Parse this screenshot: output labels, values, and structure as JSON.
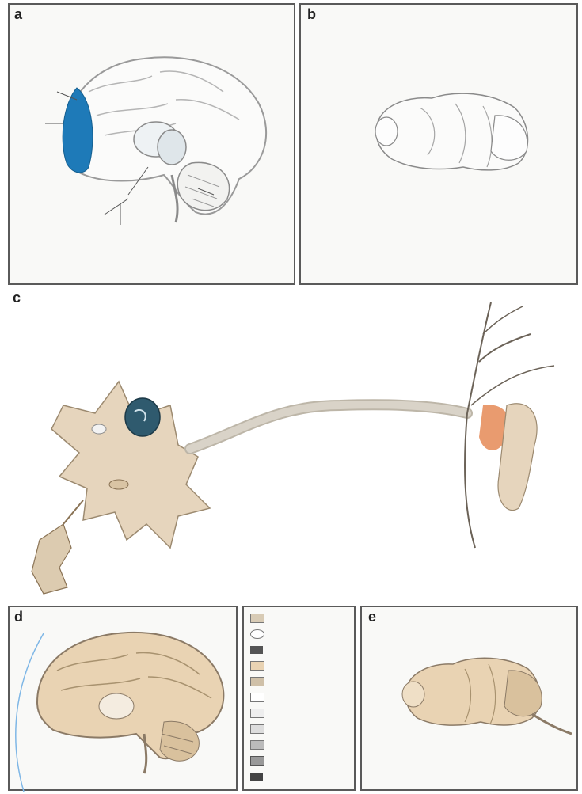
{
  "panels": {
    "a": {
      "label": "a",
      "caption": "",
      "labels": [
        "",
        "",
        "",
        "",
        "",
        "",
        "",
        ""
      ]
    },
    "b": {
      "label": "b",
      "caption": "",
      "labels": [
        "",
        "",
        "",
        "",
        "",
        "",
        "",
        ""
      ]
    },
    "c": {
      "label": "c",
      "labels": [
        "",
        "",
        "",
        "",
        "",
        "",
        "",
        ""
      ]
    },
    "d": {
      "label": "d",
      "caption": ""
    },
    "e": {
      "label": "e",
      "caption": ""
    }
  },
  "legend": {
    "items": [
      "",
      "",
      "",
      "",
      "",
      "",
      "",
      "",
      "",
      "",
      ""
    ]
  },
  "colors": {
    "brain_fill": "#e9d3b3",
    "brain_outline": "#8b7a66",
    "highlight_blue": "#1e7ab8",
    "nucleus_dark": "#2f5a6e",
    "axon_fill": "#d9d3c8",
    "synapse_orange": "#e27a3f",
    "panel_border": "#5a5a5a"
  }
}
